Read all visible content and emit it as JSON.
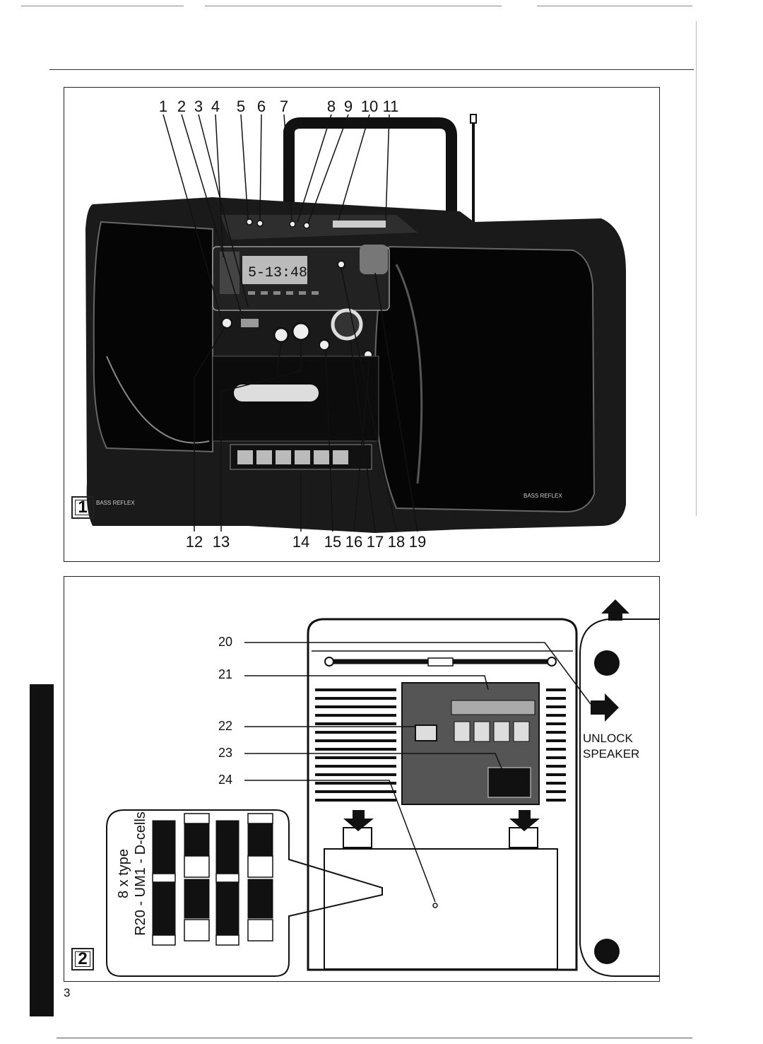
{
  "figure1": {
    "number": "1",
    "callouts_top": [
      "1",
      "2",
      "3",
      "4",
      "5",
      "6",
      "7",
      "8",
      "9",
      "10",
      "11"
    ],
    "callouts_bottom": [
      "12",
      "13",
      "14",
      "15",
      "16",
      "17",
      "18",
      "19"
    ],
    "device": {
      "display_text": "5-13:48",
      "speaker_label": "BASS REFLEX"
    }
  },
  "figure2": {
    "number": "2",
    "callouts": [
      "20",
      "21",
      "22",
      "23",
      "24"
    ],
    "unlock_label_line1": "UNLOCK",
    "unlock_label_line2": "SPEAKER",
    "battery_line1": "8 x type",
    "battery_line2": "R20 - UM1 - D-cells"
  },
  "page_number": "3"
}
